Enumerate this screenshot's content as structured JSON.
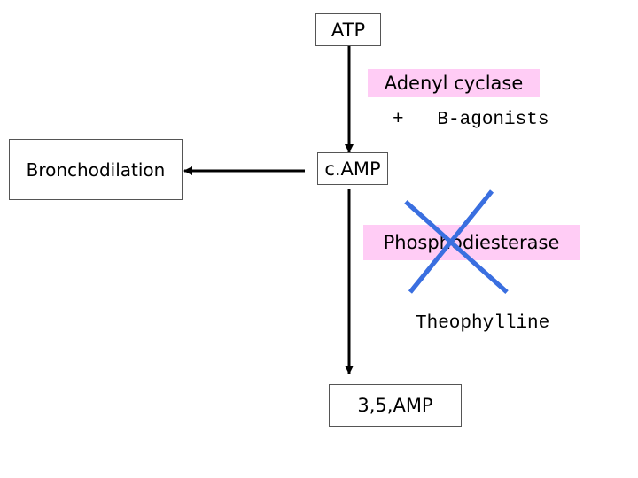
{
  "nodes": {
    "atp": "ATP",
    "adenyl_cyclase": "Adenyl cyclase",
    "stimulator": "+   B-agonists",
    "bronchodilation": "Bronchodilation",
    "camp": "c.AMP",
    "phosphodiesterase": "Phosphodiesterase",
    "inhibitor": "Theophylline",
    "product": "3,5,AMP"
  },
  "colors": {
    "enzyme_highlight": "#ffccf5",
    "cross_mark": "#3a6fe0",
    "arrow": "#000000"
  }
}
